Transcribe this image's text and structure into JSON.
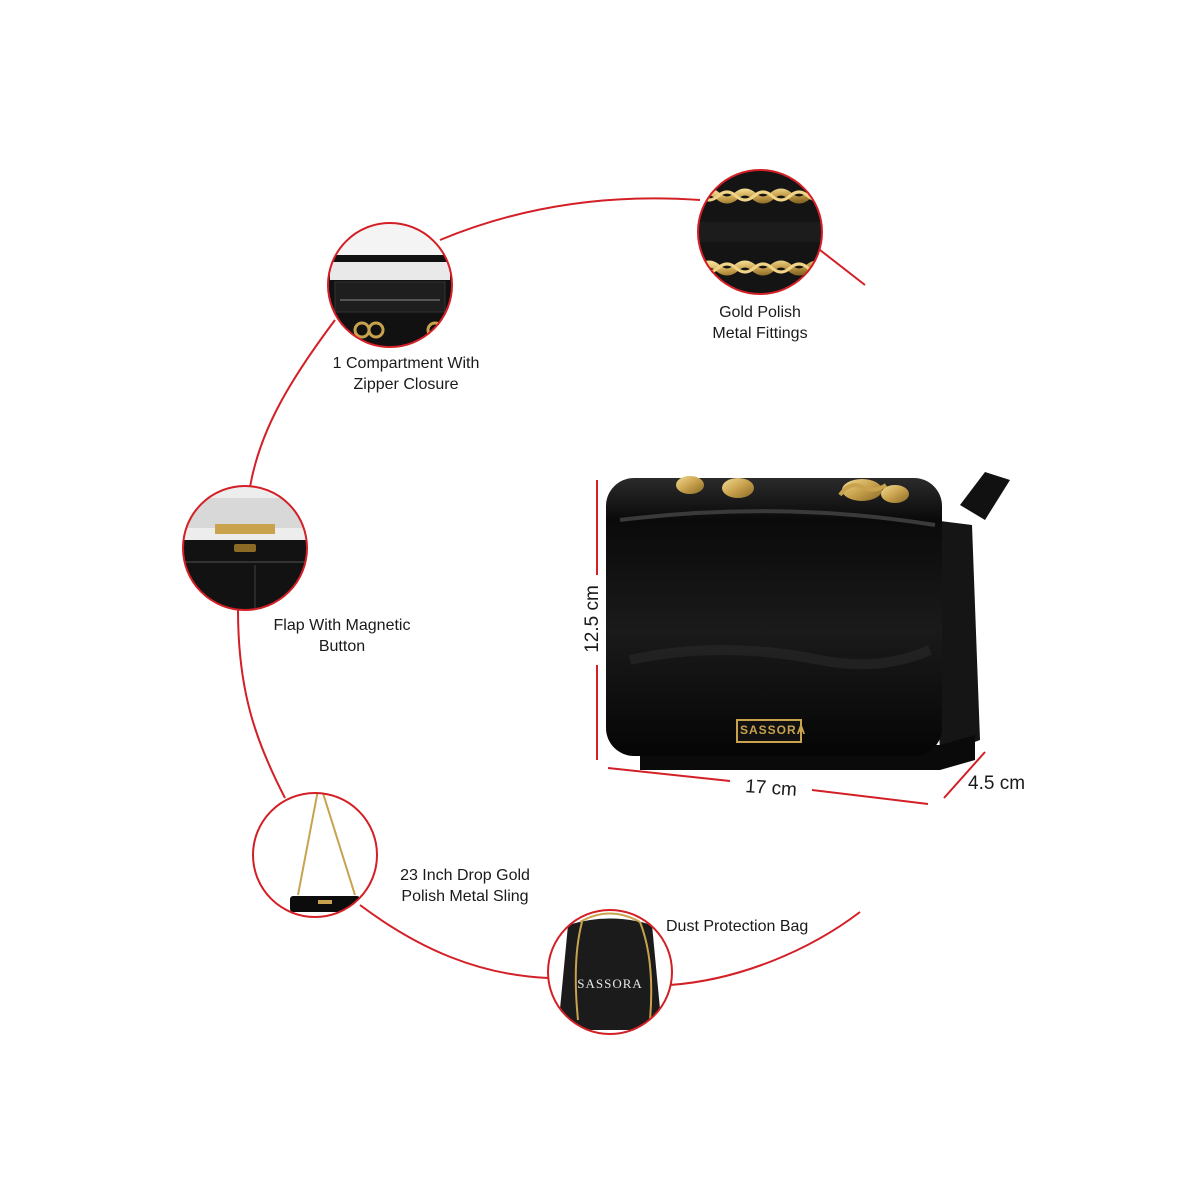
{
  "features": [
    {
      "id": "compartment",
      "lines": [
        "1 Compartment With",
        "Zipper Closure"
      ],
      "icon": "open-compartment-icon"
    },
    {
      "id": "fittings",
      "lines": [
        "Gold Polish",
        "Metal Fittings"
      ],
      "icon": "gold-chain-icon"
    },
    {
      "id": "flap",
      "lines": [
        "Flap With Magnetic",
        "Button"
      ],
      "icon": "magnetic-flap-icon"
    },
    {
      "id": "sling",
      "lines": [
        "23 Inch Drop Gold",
        "Polish Metal Sling"
      ],
      "icon": "chain-sling-icon"
    },
    {
      "id": "dustbag",
      "lines": [
        "Dust Protection Bag"
      ],
      "icon": "dust-bag-icon"
    }
  ],
  "dimensions": {
    "height": "12.5 cm",
    "width": "17 cm",
    "depth": "4.5 cm"
  },
  "brand": {
    "plate_text": "SASSORA",
    "dustbag_text": "SASSORA"
  },
  "colors": {
    "accent": "#d31f26",
    "bag": "#0c0c0c",
    "gold": "#c9a24e",
    "text": "#1a1a1a"
  }
}
